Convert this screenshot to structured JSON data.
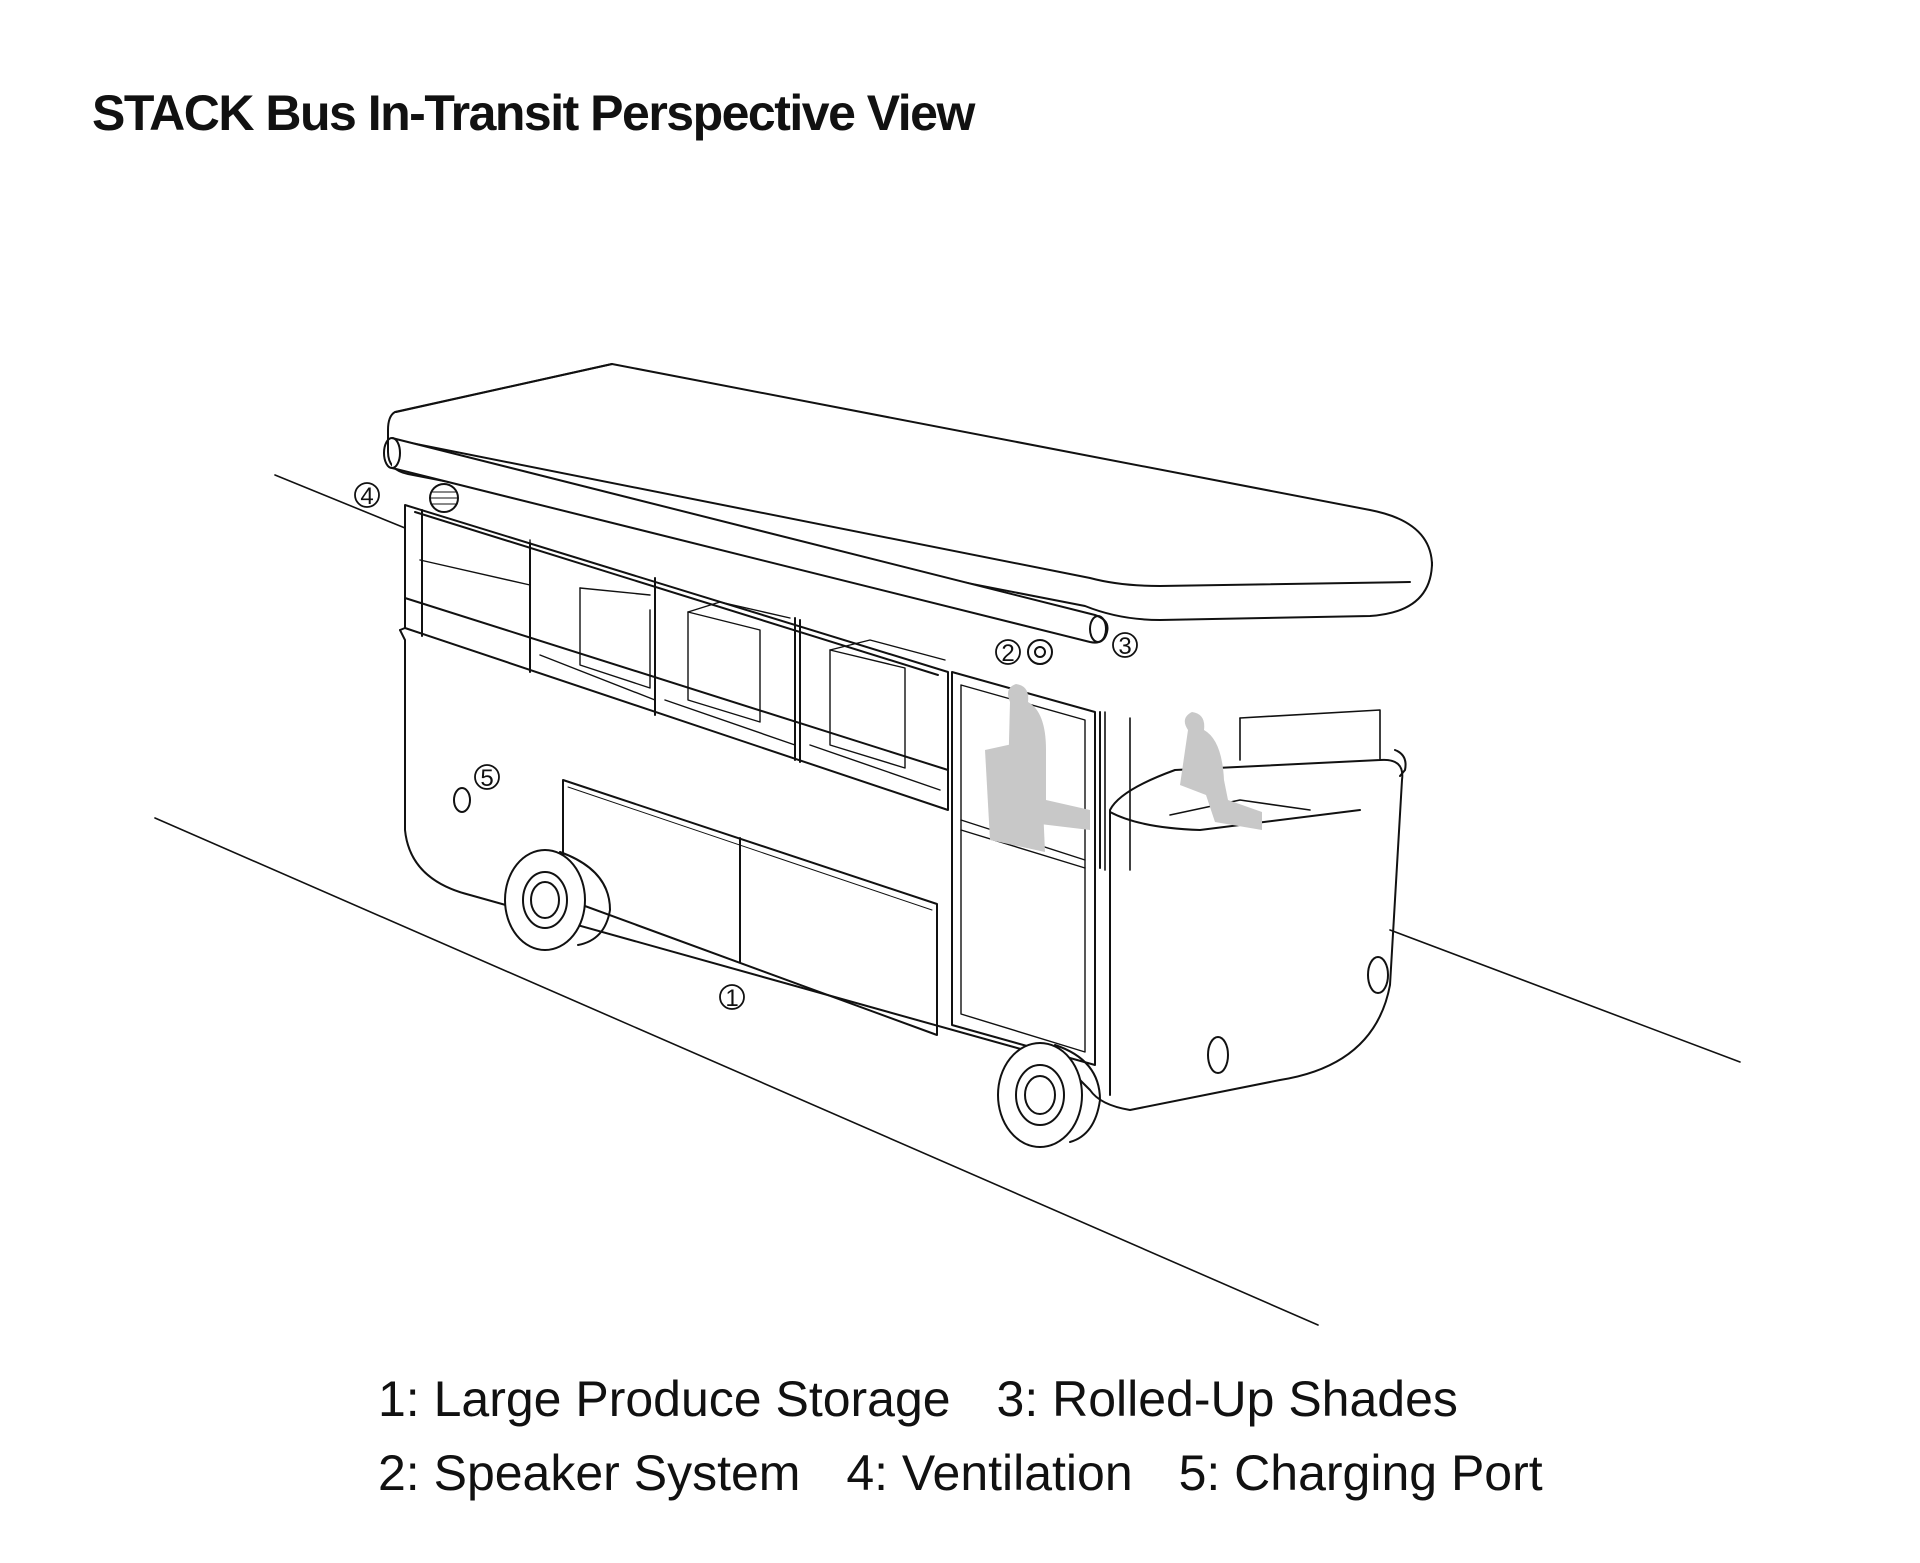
{
  "title": "STACK Bus In-Transit Perspective View",
  "callouts": {
    "storage": "1",
    "speaker": "2",
    "shades": "3",
    "ventilation": "4",
    "charging": "5"
  },
  "legend": {
    "row1": [
      "1: Large Produce Storage",
      "3: Rolled-Up Shades"
    ],
    "row2": [
      "2: Speaker System",
      "4: Ventilation",
      "5: Charging Port"
    ]
  }
}
